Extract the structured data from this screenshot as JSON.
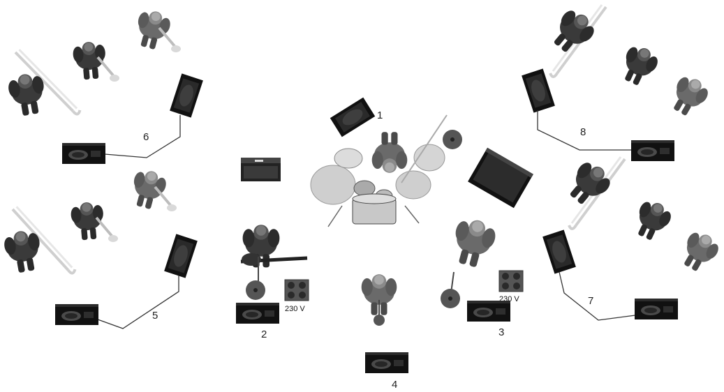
{
  "monitor_numbers": [
    "1",
    "2",
    "3",
    "4",
    "5",
    "6",
    "7",
    "8"
  ],
  "power_outlets": [
    {
      "label": "230 V"
    },
    {
      "label": "230 V"
    }
  ],
  "icons": {
    "trombone": "trombone-player-icon",
    "trumpet": "trumpet-player-icon",
    "sax": "sax-player-icon",
    "drums": "drum-kit-icon",
    "guitar": "guitar-player-icon",
    "bass": "bass-player-icon",
    "singer": "singer-icon",
    "monitor": "floor-wedge-monitor-icon",
    "amp": "amplifier-icon",
    "mic": "mic-stand-icon",
    "power": "power-outlet-icon"
  }
}
